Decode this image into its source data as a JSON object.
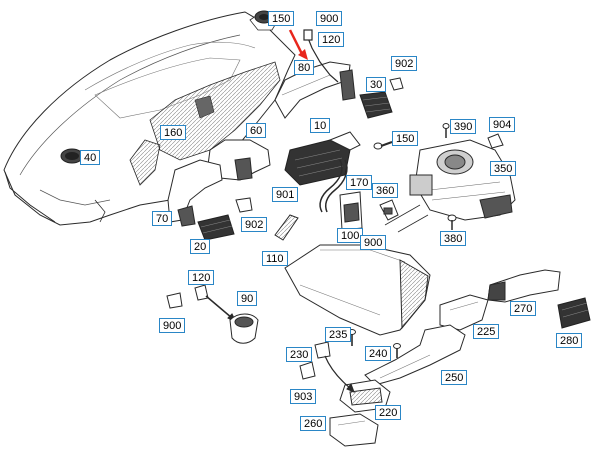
{
  "diagram": {
    "callouts": [
      {
        "id": "c150",
        "label": "150"
      },
      {
        "id": "c900a",
        "label": "900"
      },
      {
        "id": "c120a",
        "label": "120"
      },
      {
        "id": "c80",
        "label": "80"
      },
      {
        "id": "c30",
        "label": "30"
      },
      {
        "id": "c902a",
        "label": "902"
      },
      {
        "id": "c160",
        "label": "160"
      },
      {
        "id": "c60",
        "label": "60"
      },
      {
        "id": "c10",
        "label": "10"
      },
      {
        "id": "c390",
        "label": "390"
      },
      {
        "id": "c904",
        "label": "904"
      },
      {
        "id": "c150b",
        "label": "150"
      },
      {
        "id": "c40",
        "label": "40"
      },
      {
        "id": "c350",
        "label": "350"
      },
      {
        "id": "c170",
        "label": "170"
      },
      {
        "id": "c901",
        "label": "901"
      },
      {
        "id": "c360",
        "label": "360"
      },
      {
        "id": "c70",
        "label": "70"
      },
      {
        "id": "c902b",
        "label": "902"
      },
      {
        "id": "c100",
        "label": "100"
      },
      {
        "id": "c900b",
        "label": "900"
      },
      {
        "id": "c380",
        "label": "380"
      },
      {
        "id": "c20",
        "label": "20"
      },
      {
        "id": "c110",
        "label": "110"
      },
      {
        "id": "c120b",
        "label": "120"
      },
      {
        "id": "c90",
        "label": "90"
      },
      {
        "id": "c270",
        "label": "270"
      },
      {
        "id": "c900c",
        "label": "900"
      },
      {
        "id": "c225",
        "label": "225"
      },
      {
        "id": "c280",
        "label": "280"
      },
      {
        "id": "c235",
        "label": "235"
      },
      {
        "id": "c230",
        "label": "230"
      },
      {
        "id": "c240",
        "label": "240"
      },
      {
        "id": "c250",
        "label": "250"
      },
      {
        "id": "c903",
        "label": "903"
      },
      {
        "id": "c220",
        "label": "220"
      },
      {
        "id": "c260",
        "label": "260"
      }
    ],
    "colors": {
      "line": "#2a2a2a",
      "callout_border": "#2a86c6",
      "highlight_arrow": "#e8261c",
      "part_fill": "#ffffff",
      "dark_part": "#333333"
    }
  }
}
